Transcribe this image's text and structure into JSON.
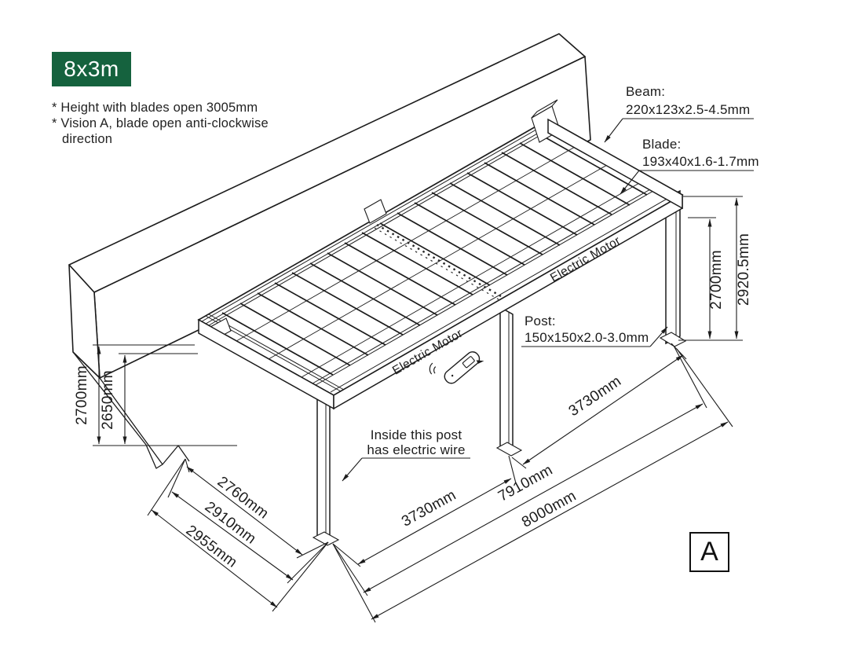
{
  "badge": {
    "size_label": "8x3m"
  },
  "notes": {
    "line1": "* Height with blades open 3005mm",
    "line2": "* Vision A, blade open anti-clockwise",
    "line3": "direction"
  },
  "callouts": {
    "beam": {
      "title": "Beam:",
      "spec": "220x123x2.5-4.5mm"
    },
    "blade": {
      "title": "Blade:",
      "spec": "193x40x1.6-1.7mm"
    },
    "post": {
      "title": "Post:",
      "spec": "150x150x2.0-3.0mm"
    },
    "electric_wire": {
      "line1": "Inside this post",
      "line2": "has electric wire"
    },
    "electric_motor": "Electric Motor"
  },
  "dimensions": {
    "left_outer_height": "2700mm",
    "left_inner_height": "2650mm",
    "right_inner_height": "2700mm",
    "right_outer_height": "2920.5mm",
    "depth_clear": "2760mm",
    "depth_mid": "2910mm",
    "depth_total": "2955mm",
    "span_left": "3730mm",
    "span_right": "3730mm",
    "span_posts": "7910mm",
    "span_total": "8000mm"
  },
  "view_marker": {
    "label": "A"
  },
  "colors": {
    "badge_green": "#15623e",
    "line": "#1c1c1c"
  }
}
